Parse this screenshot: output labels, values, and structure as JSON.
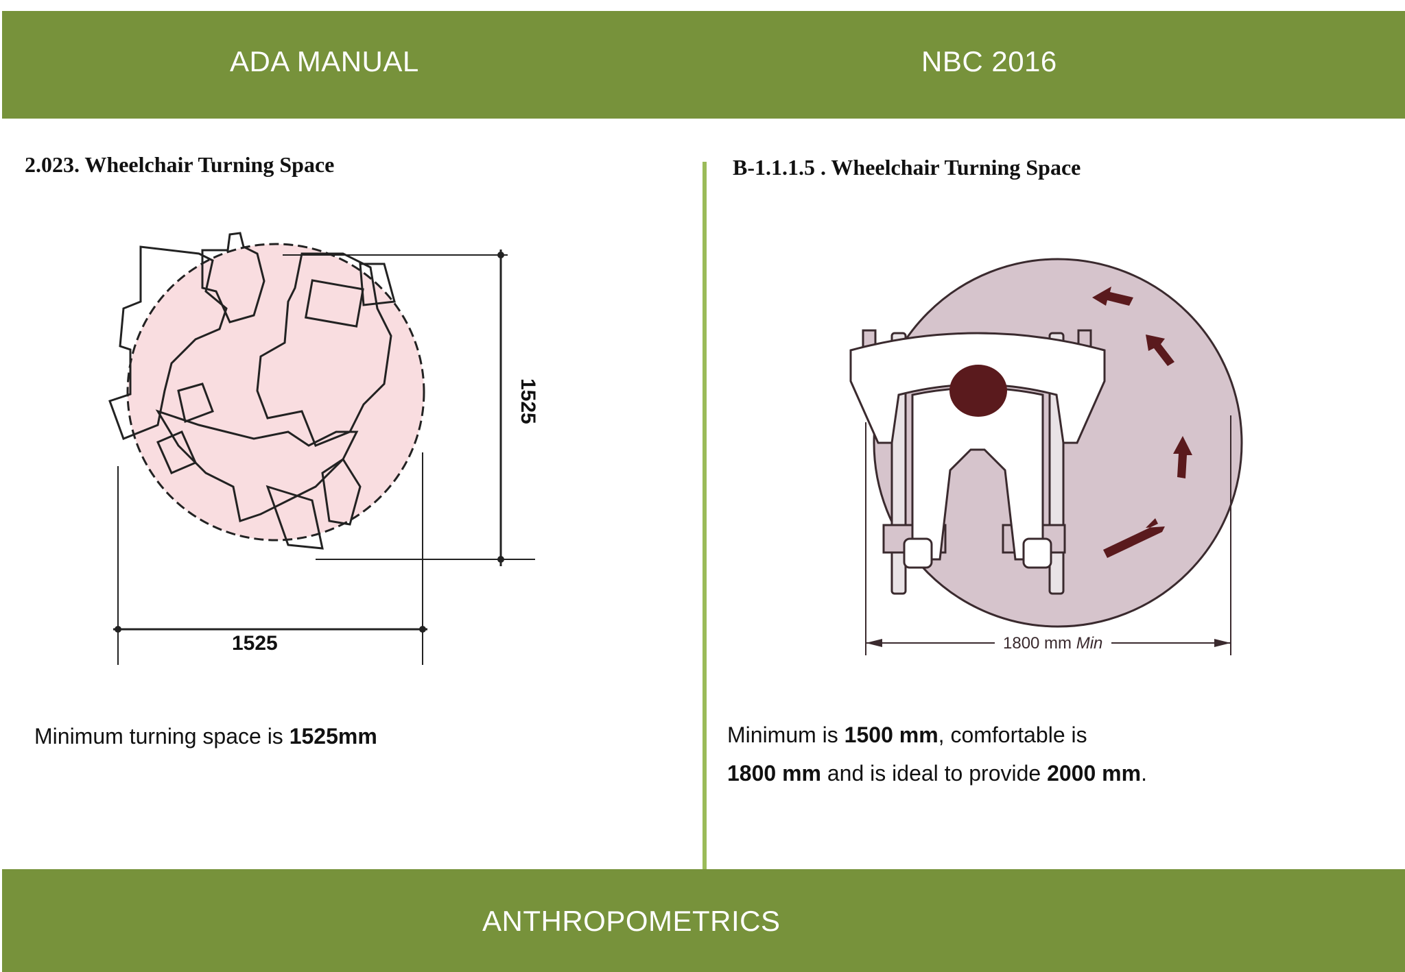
{
  "header": {
    "left_title": "ADA MANUAL",
    "right_title": "NBC 2016",
    "color": "#77923b"
  },
  "left": {
    "section_title": "2.023. Wheelchair Turning Space",
    "figure": {
      "circle_fill": "#f9dde0",
      "dimension_vertical": "1525",
      "dimension_horizontal": "1525"
    },
    "caption": {
      "prefix": "Minimum turning space is ",
      "value": "1525mm"
    }
  },
  "right": {
    "section_title": "B-1.1.1.5 . Wheelchair Turning Space",
    "figure": {
      "circle_fill": "#d6c4cc",
      "accent": "#5a1a1d",
      "dimension_label": "1800 mm",
      "dimension_suffix": "Min"
    },
    "caption": {
      "t1": "Minimum is ",
      "v1": "1500 mm",
      "t2": ", comfortable is",
      "v2": "1800 mm",
      "t3": " and  is ideal to provide ",
      "v3": "2000 mm",
      "t4": "."
    }
  },
  "footer": {
    "title": "ANTHROPOMETRICS"
  }
}
